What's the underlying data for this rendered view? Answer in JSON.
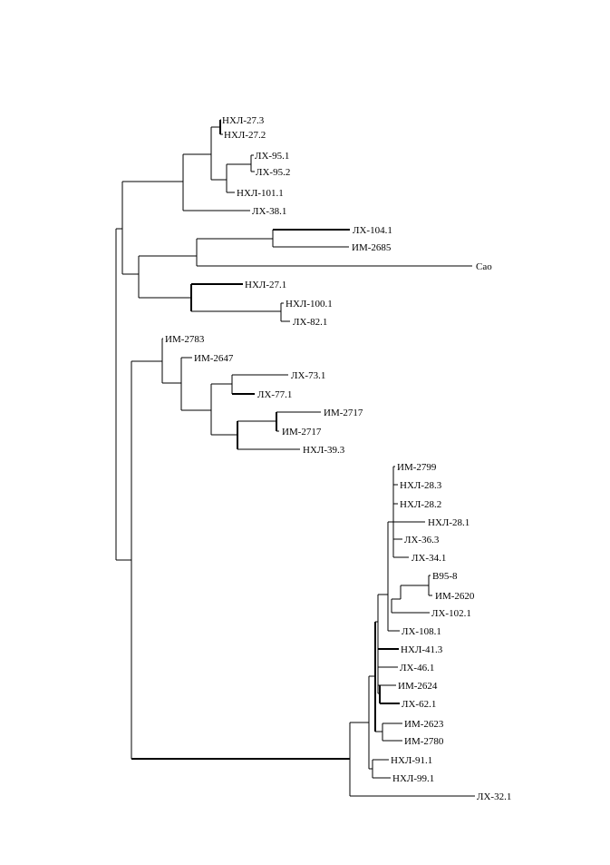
{
  "tree": {
    "labels": {
      "nhl_27_3": "НХЛ-27.3",
      "nhl_27_2": "НХЛ-27.2",
      "lh_95_1": "ЛХ-95.1",
      "lh_95_2": "ЛХ-95.2",
      "nhl_101_1": "НХЛ-101.1",
      "lh_38_1": "ЛХ-38.1",
      "lh_104_1": "ЛХ-104.1",
      "im_2685": "ИМ-2685",
      "cao": "Cao",
      "nhl_27_1": "НХЛ-27.1",
      "nhl_100_1": "НХЛ-100.1",
      "lh_82_1": "ЛХ-82.1",
      "im_2783": "ИМ-2783",
      "im_2647": "ИМ-2647",
      "lh_73_1": "ЛХ-73.1",
      "lh_77_1": "ЛХ-77.1",
      "im_2717a": "ИМ-2717",
      "im_2717b": "ИМ-2717",
      "nhl_39_3": "НХЛ-39.3",
      "im_2799": "ИМ-2799",
      "nhl_28_3": "НХЛ-28.3",
      "nhl_28_2": "НХЛ-28.2",
      "nhl_28_1": "НХЛ-28.1",
      "lh_36_3": "ЛХ-36.3",
      "lh_34_1": "ЛХ-34.1",
      "v95_8": "В95-8",
      "im_2620": "ИМ-2620",
      "lh_102_1": "ЛХ-102.1",
      "lh_108_1": "ЛХ-108.1",
      "nhl_41_3": "НХЛ-41.3",
      "lh_46_1": "ЛХ-46.1",
      "im_2624": "ИМ-2624",
      "lh_62_1": "ЛХ-62.1",
      "im_2623": "ИМ-2623",
      "im_2780": "ИМ-2780",
      "nhl_91_1": "НХЛ-91.1",
      "nhl_99_1": "НХЛ-99.1",
      "lh_32_1": "ЛХ-32.1"
    },
    "line_color": "#000000",
    "text_color": "#000000"
  }
}
